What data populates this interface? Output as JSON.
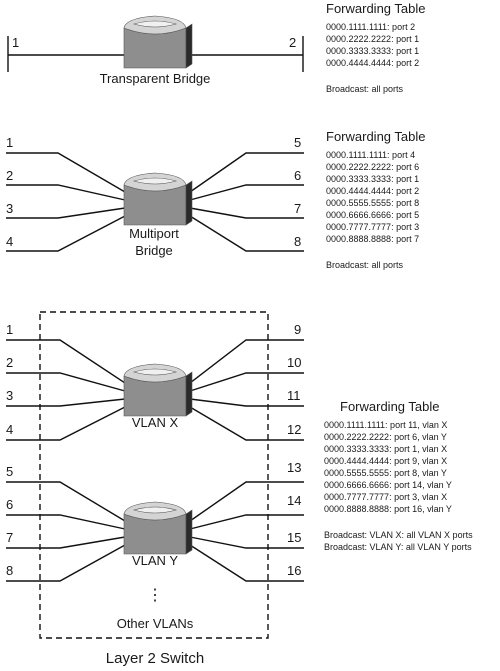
{
  "colors": {
    "device_top": "#d4d4d4",
    "device_front": "#8e8e8e",
    "device_side": "#2a2a2a",
    "device_highlight": "#f0f0f0",
    "line": "#111111"
  },
  "section1": {
    "device_label": "Transparent Bridge",
    "port_left": "1",
    "port_right": "2",
    "table": {
      "title": "Forwarding Table",
      "rows": [
        "0000.1111.1111: port 2",
        "0000.2222.2222: port 1",
        "0000.3333.3333: port 1",
        "0000.4444.4444: port 2"
      ],
      "broadcast": "Broadcast: all ports"
    }
  },
  "section2": {
    "device_label_line1": "Multiport",
    "device_label_line2": "Bridge",
    "ports_left": [
      "1",
      "2",
      "3",
      "4"
    ],
    "ports_right": [
      "5",
      "6",
      "7",
      "8"
    ],
    "table": {
      "title": "Forwarding Table",
      "rows": [
        "0000.1111.1111: port 4",
        "0000.2222.2222: port 6",
        "0000.3333.3333: port 1",
        "0000.4444.4444: port 2",
        "0000.5555.5555: port 8",
        "0000.6666.6666: port 5",
        "0000.7777.7777: port 3",
        "0000.8888.8888: port 7"
      ],
      "broadcast": "Broadcast: all ports"
    }
  },
  "section3": {
    "switch_label": "Layer 2 Switch",
    "vlan_x": {
      "label": "VLAN X",
      "ports_left": [
        "1",
        "2",
        "3",
        "4"
      ],
      "ports_right": [
        "9",
        "10",
        "11",
        "12"
      ]
    },
    "vlan_y": {
      "label": "VLAN Y",
      "ports_left": [
        "5",
        "6",
        "7",
        "8"
      ],
      "ports_right": [
        "13",
        "14",
        "15",
        "16"
      ]
    },
    "other_label": "Other VLANs",
    "ellipsis": "⋮",
    "table": {
      "title": "Forwarding Table",
      "rows": [
        "0000.1111.1111: port 11, vlan X",
        "0000.2222.2222: port 6, vlan Y",
        "0000.3333.3333: port 1, vlan X",
        "0000.4444.4444: port 9, vlan X",
        "0000.5555.5555: port 8, vlan Y",
        "0000.6666.6666: port 14, vlan Y",
        "0000.7777.7777: port 3, vlan X",
        "0000.8888.8888: port 16, vlan Y"
      ],
      "broadcast_x": "Broadcast: VLAN X: all VLAN X ports",
      "broadcast_y": "Broadcast: VLAN Y: all VLAN Y ports"
    }
  }
}
